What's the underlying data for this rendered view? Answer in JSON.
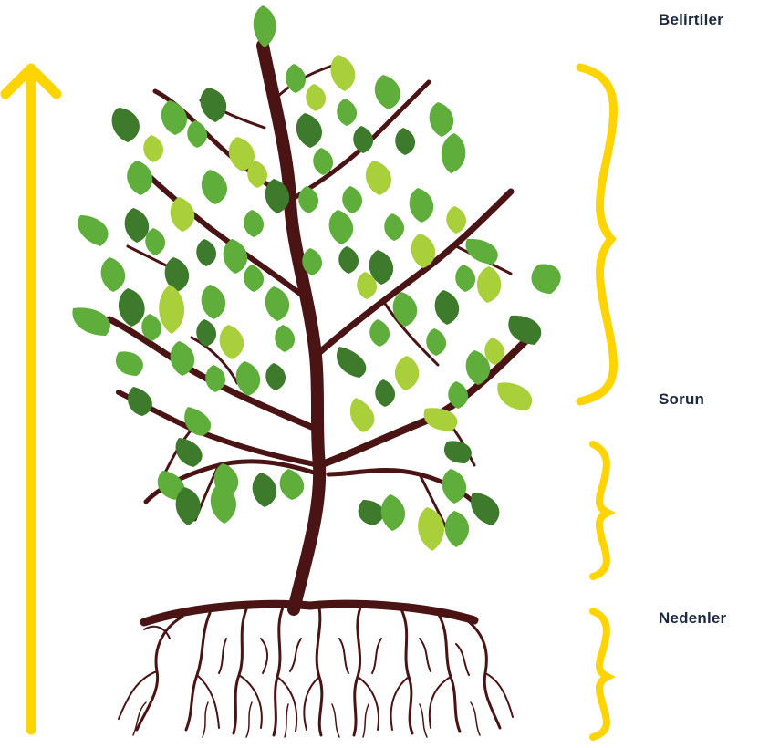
{
  "labels": {
    "symptoms": "Belirtiler",
    "problem": "Sorun",
    "causes": "Nedenler"
  },
  "colors": {
    "accent": "#ffd400",
    "trunk": "#4a1414",
    "leaf_dark": "#3d7a2c",
    "leaf_mid": "#5fae3c",
    "leaf_light": "#a9cf3a",
    "text": "#1d2a3d"
  },
  "icons": {
    "arrow": "up-arrow-icon",
    "tree": "tree-icon",
    "brace": "curly-brace-icon"
  }
}
